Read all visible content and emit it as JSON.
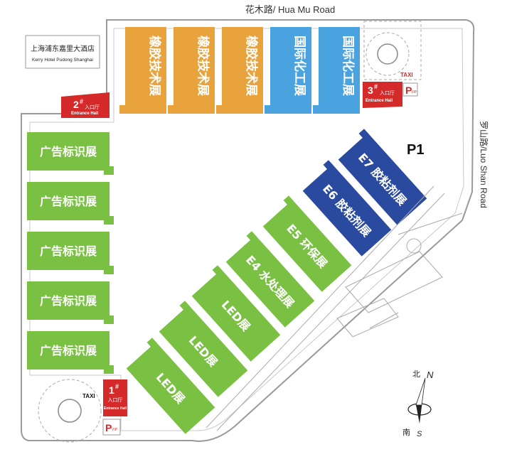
{
  "roads": {
    "north": "花木路/ Hua Mu Road",
    "east": "罗山路/Luo Shan Road"
  },
  "hotel": {
    "name_cn": "上海浦东嘉里大酒店",
    "name_en": "Kerry Hotel Pudong Shanghai"
  },
  "entrances": [
    {
      "number": "1",
      "sup": "#",
      "cn": "入口厅",
      "en": "Entrance Hall"
    },
    {
      "number": "2",
      "sup": "#",
      "cn": "入口厅",
      "en": "Entrance Hall"
    },
    {
      "number": "3",
      "sup": "#",
      "cn": "入口厅",
      "en": "Entrance Hall"
    }
  ],
  "taxi": "TAXI",
  "parking": {
    "letter": "P",
    "sub": "VIP"
  },
  "zone_label": "P1",
  "north_halls": [
    {
      "label": "橡胶技术展",
      "color": "#e8a33d"
    },
    {
      "label": "橡胶技术展",
      "color": "#e8a33d"
    },
    {
      "label": "橡胶技术展",
      "color": "#e8a33d"
    },
    {
      "label": "国际化工展",
      "color": "#4aa3df"
    },
    {
      "label": "国际化工展",
      "color": "#4aa3df"
    }
  ],
  "west_halls": [
    {
      "label": "广告标识展"
    },
    {
      "label": "广告标识展"
    },
    {
      "label": "广告标识展"
    },
    {
      "label": "广告标识展"
    },
    {
      "label": "广告标识展"
    }
  ],
  "diag_halls": [
    {
      "label": "E7 胶粘剂展",
      "color": "#2a4aa0"
    },
    {
      "label": "E6 胶粘剂展",
      "color": "#2a4aa0"
    },
    {
      "label": "E5 环保展",
      "color": "#7ac043"
    },
    {
      "label": "E4 水处理展",
      "color": "#7ac043"
    },
    {
      "label": "LED展",
      "color": "#7ac043"
    },
    {
      "label": "LED展",
      "color": "#7ac043"
    },
    {
      "label": "LED展",
      "color": "#7ac043"
    }
  ],
  "compass": {
    "north_cn": "北",
    "north_en": "N",
    "south_cn": "南",
    "south_en": "S"
  },
  "colors": {
    "green": "#7ac043",
    "red": "#d42a2a",
    "outline": "#999999"
  }
}
